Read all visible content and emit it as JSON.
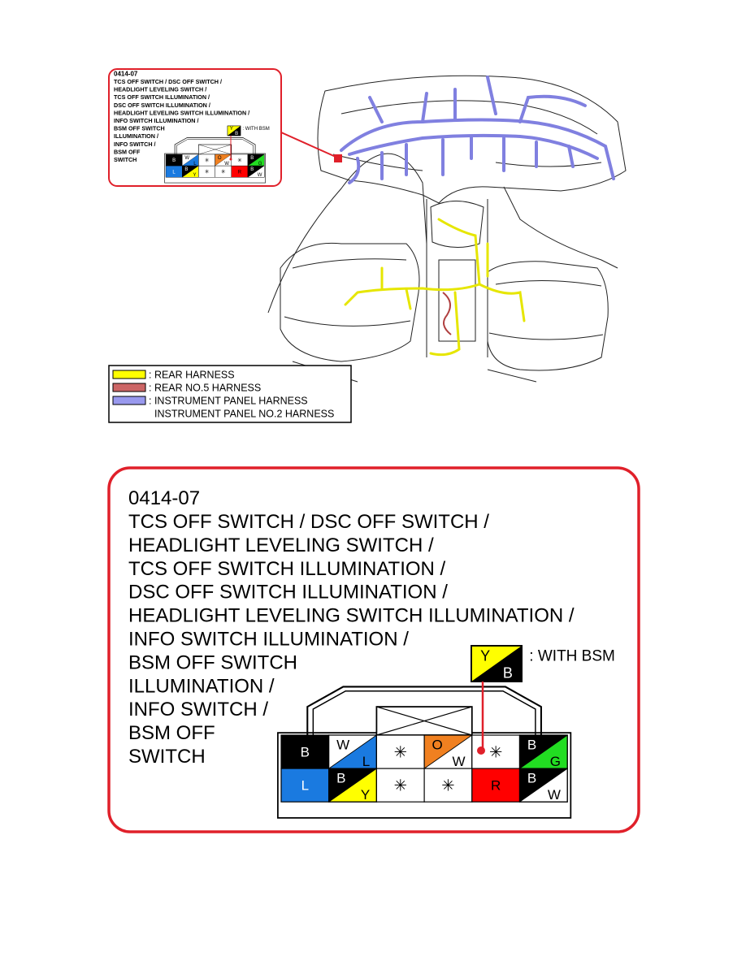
{
  "connector_id": "0414-07",
  "callout_lines": [
    "TCS OFF SWITCH / DSC OFF SWITCH /",
    "HEADLIGHT LEVELING SWITCH /",
    "TCS OFF SWITCH ILLUMINATION /",
    "DSC OFF SWITCH ILLUMINATION /",
    "HEADLIGHT LEVELING SWITCH ILLUMINATION /",
    "INFO SWITCH ILLUMINATION /",
    "BSM OFF SWITCH",
    "ILLUMINATION /",
    "INFO SWITCH /",
    "BSM OFF",
    "SWITCH"
  ],
  "with_bsm": {
    "label": ": WITH BSM",
    "top": "Y",
    "bottom": "B",
    "top_color": "#ffff00",
    "bottom_color": "#000000"
  },
  "legend": [
    {
      "color": "#ffff00",
      "label": ": REAR HARNESS"
    },
    {
      "color": "#cc6666",
      "label": ": REAR NO.5 HARNESS"
    },
    {
      "color": "#9999ee",
      "label": ": INSTRUMENT PANEL HARNESS"
    },
    {
      "color": "",
      "label": "INSTRUMENT PANEL NO.2 HARNESS"
    }
  ],
  "pins": [
    {
      "type": "solid",
      "color": "#000000",
      "label": "B",
      "text_color": "#ffffff"
    },
    {
      "type": "split",
      "top_color": "#ffffff",
      "bottom_color": "#1a7ae0",
      "top": "W",
      "bottom": "L"
    },
    {
      "type": "empty",
      "label": "✳"
    },
    {
      "type": "split",
      "top_color": "#f08020",
      "bottom_color": "#ffffff",
      "top": "O",
      "bottom": "W"
    },
    {
      "type": "empty",
      "label": "✳"
    },
    {
      "type": "split",
      "top_color": "#000000",
      "bottom_color": "#22dd22",
      "top": "B",
      "bottom": "G",
      "top_text": "#ffffff"
    },
    {
      "type": "solid",
      "color": "#1a7ae0",
      "label": "L",
      "text_color": "#ffffff"
    },
    {
      "type": "split",
      "top_color": "#000000",
      "bottom_color": "#ffff00",
      "top": "B",
      "bottom": "Y",
      "top_text": "#ffffff"
    },
    {
      "type": "empty",
      "label": "✳"
    },
    {
      "type": "empty",
      "label": "✳"
    },
    {
      "type": "solid",
      "color": "#ff0000",
      "label": "R",
      "text_color": "#000000"
    },
    {
      "type": "split",
      "top_color": "#000000",
      "bottom_color": "#ffffff",
      "top": "B",
      "bottom": "W",
      "top_text": "#ffffff"
    }
  ],
  "colors": {
    "callout_border": "#e0202a",
    "ip_harness": "#8080e0",
    "rear_harness": "#e6e600",
    "rear5_harness": "#b04040"
  }
}
